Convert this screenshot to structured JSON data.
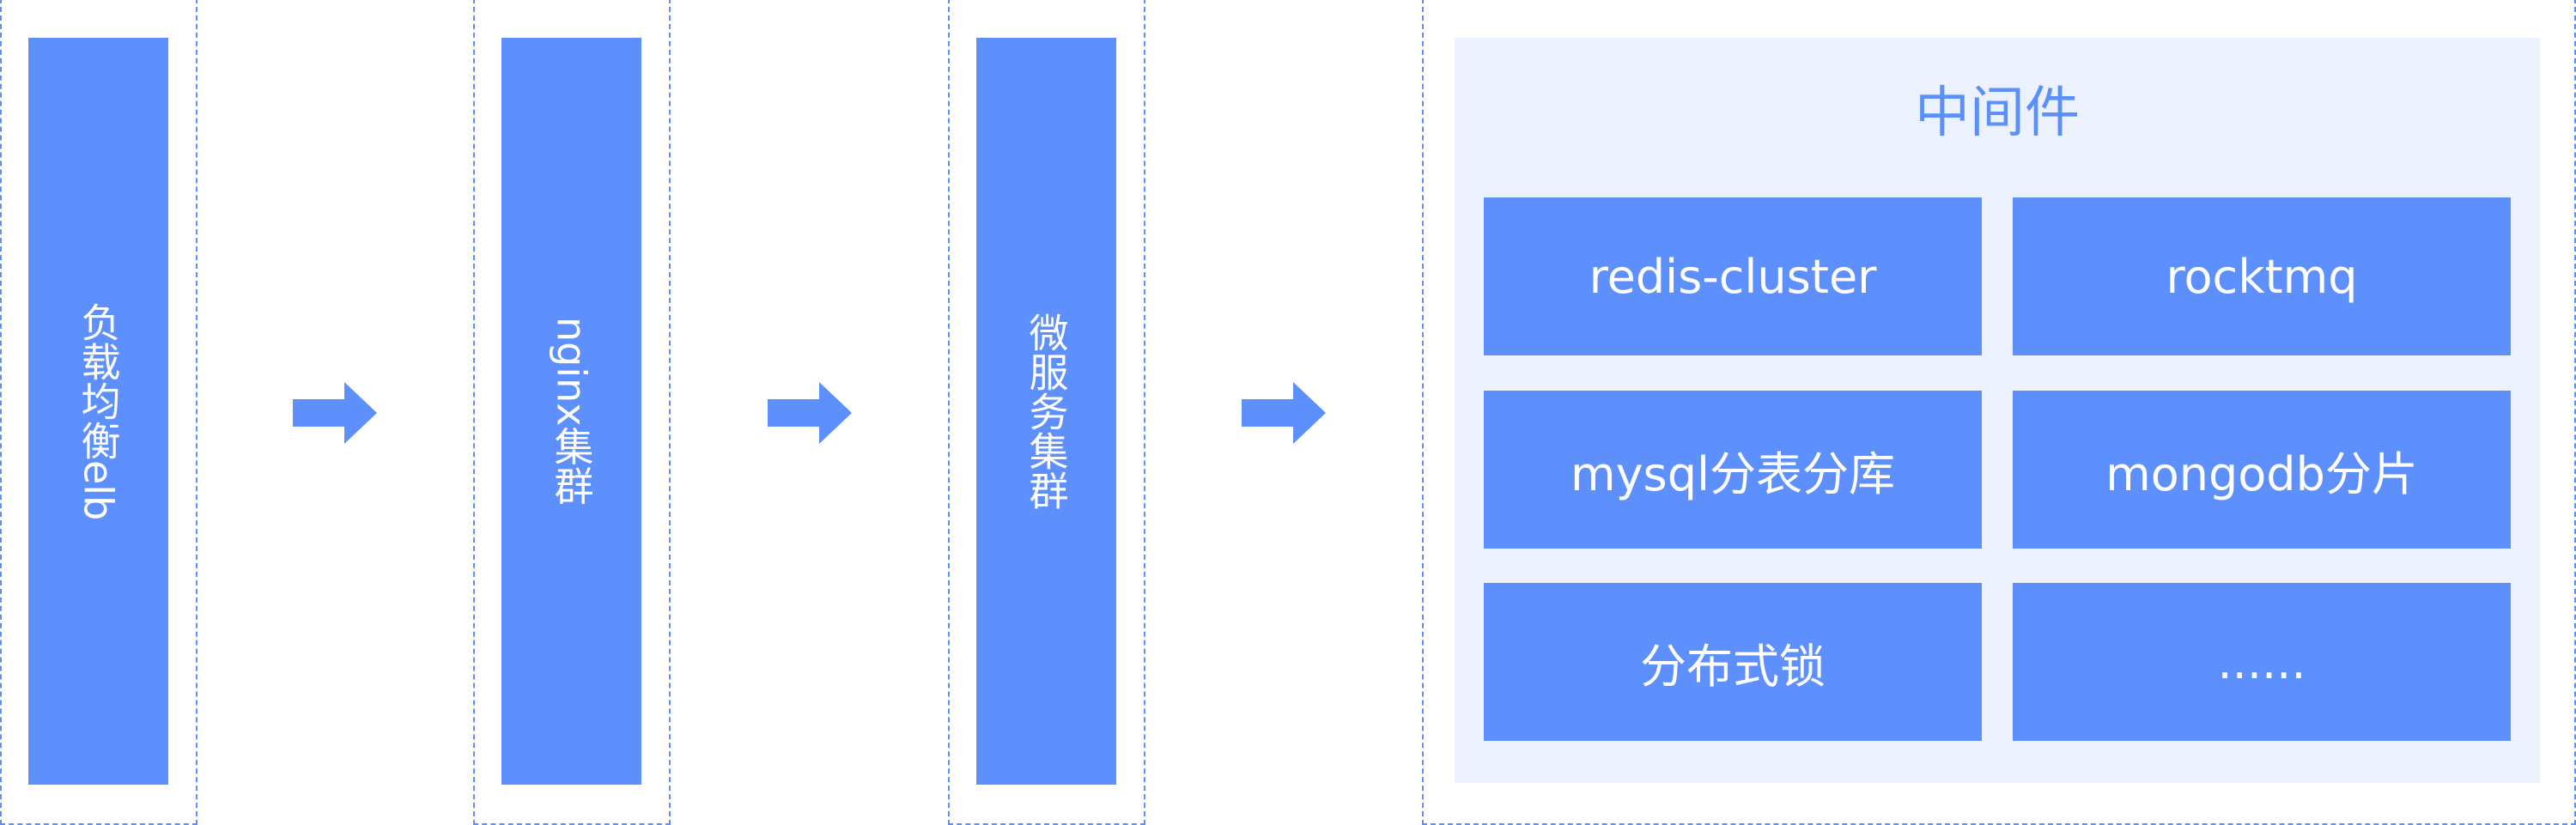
{
  "columns": [
    {
      "label": "负载均衡elb"
    },
    {
      "label": "nginx集群"
    },
    {
      "label": "微服务集群"
    }
  ],
  "middleware": {
    "title": "中间件",
    "items": [
      {
        "label": "redis-cluster"
      },
      {
        "label": "rocktmq"
      },
      {
        "label": "mysql分表分库"
      },
      {
        "label": "mongodb分片"
      },
      {
        "label": "分布式锁"
      },
      {
        "label": "......"
      }
    ]
  },
  "colors": {
    "block": "#5d8ffd",
    "panel": "#ebf1fd",
    "frame": "#5b8ff9",
    "title": "#5b8ff9"
  }
}
